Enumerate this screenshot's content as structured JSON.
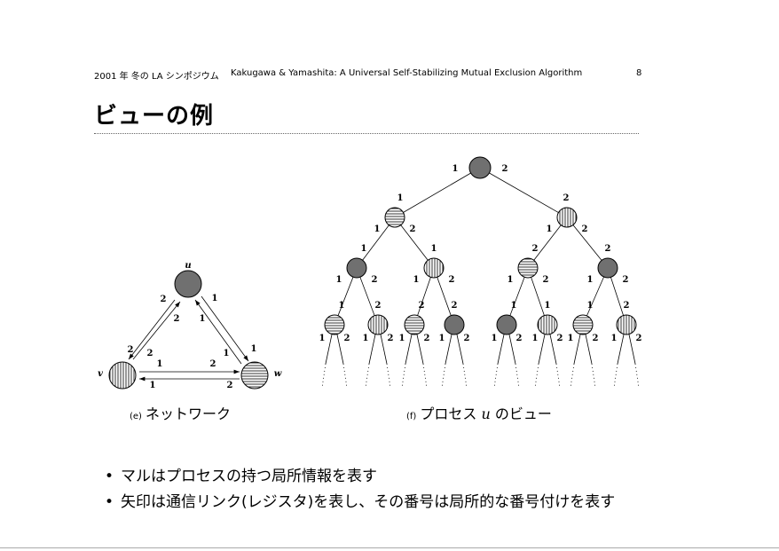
{
  "header": {
    "left": "2001 年 冬の LA シンポジウム",
    "center": "Kakugawa & Yamashita: A Universal Self-Stabilizing Mutual Exclusion Algorithm",
    "page": "8"
  },
  "title": "ビューの例",
  "network": {
    "caption_tag": "(e)",
    "caption": "ネットワーク",
    "nodes": [
      {
        "name": "u",
        "pattern": "dark"
      },
      {
        "name": "v",
        "pattern": "vertical"
      },
      {
        "name": "w",
        "pattern": "horizontal"
      }
    ],
    "edge_labels": [
      "2",
      "1",
      "2",
      "1",
      "2",
      "2",
      "1",
      "1",
      "1",
      "2",
      "1",
      "2"
    ]
  },
  "view": {
    "caption_tag": "(f)",
    "caption_pre": "プロセス",
    "caption_var": "u",
    "caption_post": "のビュー",
    "root": {
      "pattern": "dark",
      "out": [
        "1",
        "2"
      ]
    },
    "levels": [
      [
        {
          "pattern": "horizontal",
          "in": "1",
          "out": [
            "1",
            "2"
          ]
        },
        {
          "pattern": "vertical",
          "in": "2",
          "out": [
            "1",
            "2"
          ]
        }
      ],
      [
        {
          "pattern": "dark",
          "in": "1",
          "out": [
            "1",
            "2"
          ]
        },
        {
          "pattern": "vertical",
          "in": "1",
          "out": [
            "1",
            "2"
          ]
        },
        {
          "pattern": "horizontal",
          "in": "2",
          "out": [
            "1",
            "2"
          ]
        },
        {
          "pattern": "dark",
          "in": "2",
          "out": [
            "1",
            "2"
          ]
        }
      ],
      [
        {
          "pattern": "horizontal",
          "in": "1",
          "out": [
            "1",
            "2"
          ]
        },
        {
          "pattern": "vertical",
          "in": "2",
          "out": [
            "1",
            "2"
          ]
        },
        {
          "pattern": "horizontal",
          "in": "2",
          "out": [
            "1",
            "2"
          ]
        },
        {
          "pattern": "dark",
          "in": "2",
          "out": [
            "1",
            "2"
          ]
        },
        {
          "pattern": "dark",
          "in": "1",
          "out": [
            "1",
            "2"
          ]
        },
        {
          "pattern": "vertical",
          "in": "1",
          "out": [
            "1",
            "2"
          ]
        },
        {
          "pattern": "horizontal",
          "in": "1",
          "out": [
            "1",
            "2"
          ]
        },
        {
          "pattern": "vertical",
          "in": "2",
          "out": [
            "1",
            "2"
          ]
        }
      ]
    ]
  },
  "bullets": [
    "マルはプロセスの持つ局所情報を表す",
    "矢印は通信リンク(レジスタ)を表し、その番号は局所的な番号付けを表す"
  ],
  "colors": {
    "dark": "#707070"
  }
}
